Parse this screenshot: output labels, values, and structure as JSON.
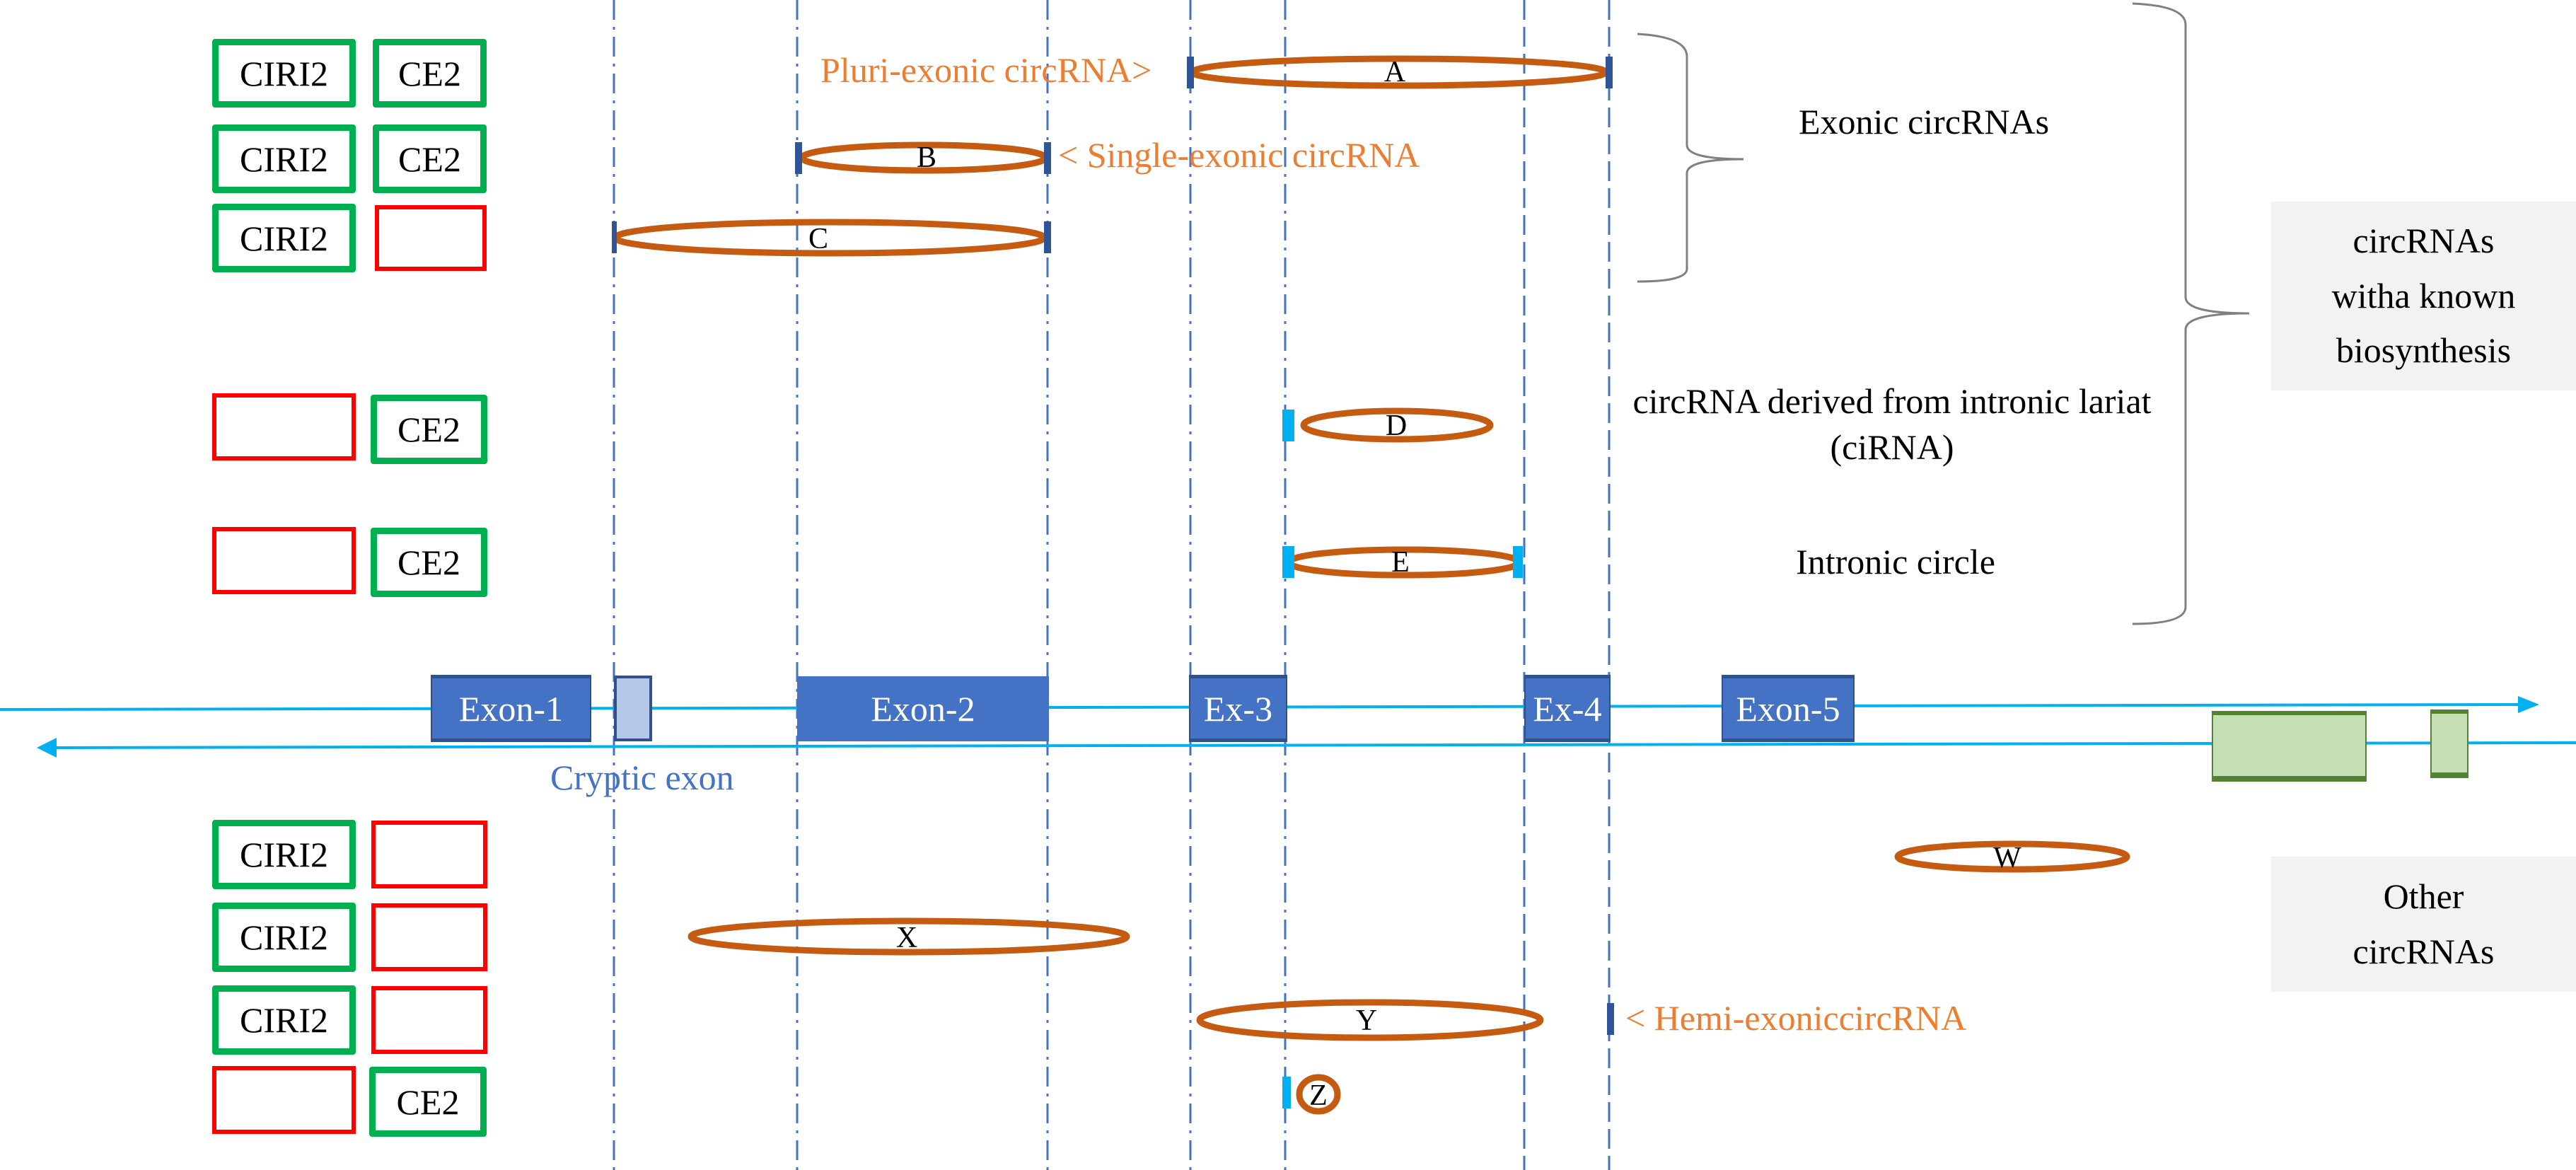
{
  "colors": {
    "detected": "#00b050",
    "not_detected": "#ff0000",
    "circ_stroke": "#c55a11",
    "exon_fill": "#4472c4",
    "junction_exonic": "#2f5597",
    "junction_intronic": "#00b0f0",
    "annotation_text": "#ed7d31",
    "guide_line": "#4472c4",
    "group_box_bg": "#f2f2f2"
  },
  "tools": {
    "col1": "CIRI2",
    "col2": "CE2"
  },
  "rows": [
    {
      "id": "A",
      "ciri2": true,
      "ce2": true
    },
    {
      "id": "B",
      "ciri2": true,
      "ce2": true
    },
    {
      "id": "C",
      "ciri2": true,
      "ce2": false
    },
    {
      "id": "D",
      "ciri2": false,
      "ce2": true
    },
    {
      "id": "E",
      "ciri2": false,
      "ce2": true
    },
    {
      "id": "W",
      "ciri2": true,
      "ce2": false
    },
    {
      "id": "X",
      "ciri2": true,
      "ce2": false
    },
    {
      "id": "Y",
      "ciri2": true,
      "ce2": false
    },
    {
      "id": "Z",
      "ciri2": false,
      "ce2": true
    }
  ],
  "circrnas": {
    "A": "A",
    "B": "B",
    "C": "C",
    "D": "D",
    "E": "E",
    "W": "W",
    "X": "X",
    "Y": "Y",
    "Z": "Z"
  },
  "annotations": {
    "pluri": "Pluri-exonic circRNA>",
    "single": "< Single-exonic circRNA",
    "hemi": "< Hemi-exoniccircRNA",
    "cryptic": "Cryptic exon"
  },
  "categories": {
    "exonic": "Exonic circRNAs",
    "ciRNA_line1": "circRNA derived from intronic lariat",
    "ciRNA_line2": "(ciRNA)",
    "intronic": "Intronic circle"
  },
  "groups": {
    "known_line1": "circRNAs",
    "known_line2": "witha known",
    "known_line3": "biosynthesis",
    "other_line1": "Other",
    "other_line2": "circRNAs"
  },
  "exons": {
    "e1": "Exon-1",
    "e2": "Exon-2",
    "e3": "Ex-3",
    "e4": "Ex-4",
    "e5": "Exon-5"
  }
}
